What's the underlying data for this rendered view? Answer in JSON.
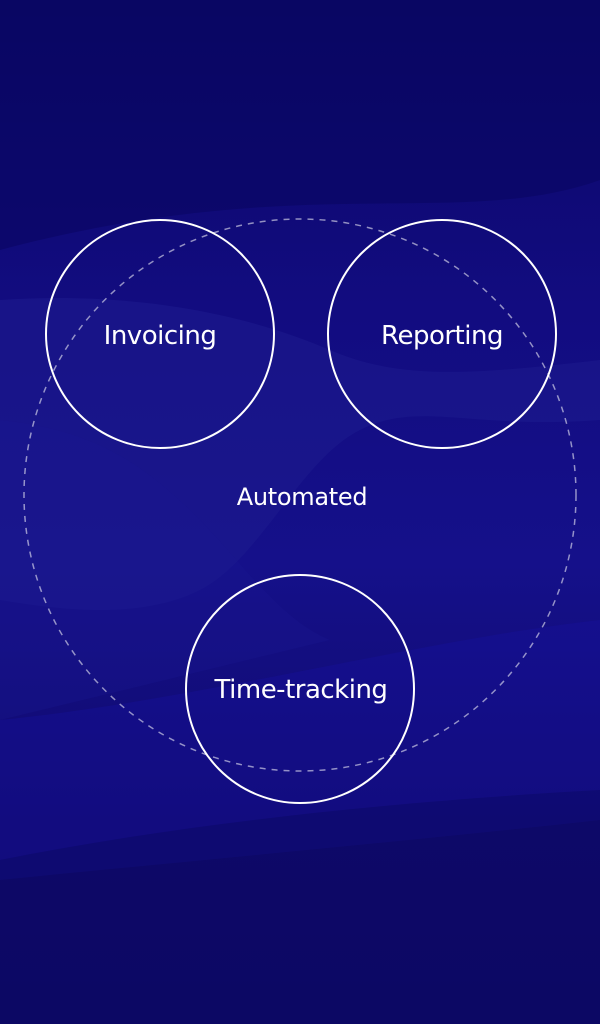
{
  "diagram": {
    "center_label": "Automated",
    "nodes": [
      {
        "label": "Invoicing"
      },
      {
        "label": "Reporting"
      },
      {
        "label": "Time-tracking"
      }
    ]
  },
  "colors": {
    "background": "#120c80",
    "stroke": "#ffffff",
    "text": "#ffffff"
  }
}
